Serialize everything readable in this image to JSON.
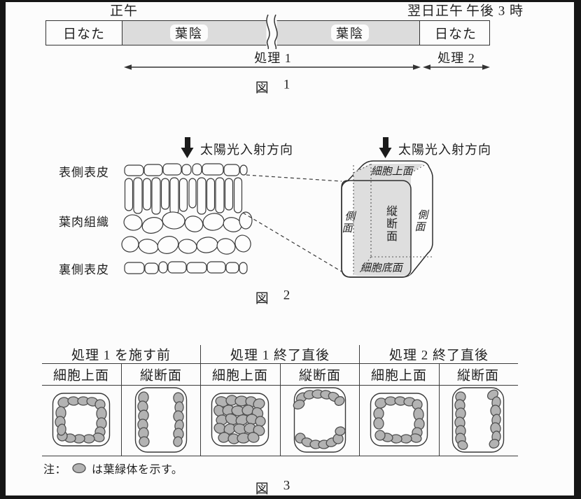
{
  "frame": {
    "background": "#161616",
    "page_background": "#fcfcfc"
  },
  "colors": {
    "line": "#3a3a3a",
    "shade_gray": "#dcdcdc",
    "box_section_gray": "#dedede",
    "chloroplast_fill": "#b3b3b3",
    "chloroplast_stroke": "#4f4f4f",
    "arrow_black": "#1b1b1b"
  },
  "figure1": {
    "time_labels": {
      "noon": "正午",
      "next_day_noon": "翌日正午",
      "three_pm": "午後 3 時"
    },
    "segments": [
      {
        "label": "日なた",
        "shaded": false
      },
      {
        "label": "葉陰",
        "shaded": true,
        "label_count": 2
      },
      {
        "label": "日なた",
        "shaded": false
      }
    ],
    "treatments": [
      {
        "label": "処理 1"
      },
      {
        "label": "処理 2"
      }
    ],
    "caption": {
      "prefix": "図",
      "number": "1"
    }
  },
  "figure2": {
    "sunlight_label": "太陽光入射方向",
    "layer_labels": [
      "表側表皮",
      "葉肉組織",
      "裏側表皮"
    ],
    "cell_faces": {
      "top": "細胞上面",
      "side": "側面",
      "section": "縦断面",
      "bottom": "細胞底面"
    },
    "caption": {
      "prefix": "図",
      "number": "2"
    }
  },
  "figure3": {
    "group_headers": [
      "処理 1 を施す前",
      "処理 1 終了直後",
      "処理 2 終了直後"
    ],
    "sub_headers": [
      "細胞上面",
      "縦断面",
      "細胞上面",
      "縦断面",
      "細胞上面",
      "縦断面"
    ],
    "cells": [
      {
        "stage": "処理 1 を施す前",
        "face": "細胞上面",
        "view": "top",
        "chloroplast_distribution": "perimeter-ring"
      },
      {
        "stage": "処理 1 を施す前",
        "face": "縦断面",
        "view": "side",
        "chloroplast_distribution": "left-right-edges"
      },
      {
        "stage": "処理 1 終了直後",
        "face": "細胞上面",
        "view": "top",
        "chloroplast_distribution": "filled-entire-surface"
      },
      {
        "stage": "処理 1 終了直後",
        "face": "縦断面",
        "view": "side",
        "chloroplast_distribution": "top-bottom-edges"
      },
      {
        "stage": "処理 2 終了直後",
        "face": "細胞上面",
        "view": "top",
        "chloroplast_distribution": "perimeter-ring"
      },
      {
        "stage": "処理 2 終了直後",
        "face": "縦断面",
        "view": "side",
        "chloroplast_distribution": "left-right-edges"
      }
    ],
    "note": {
      "prefix": "注：",
      "text": "は葉緑体を示す。",
      "symbol": "chloroplast-icon"
    },
    "caption": {
      "prefix": "図",
      "number": "3"
    }
  }
}
